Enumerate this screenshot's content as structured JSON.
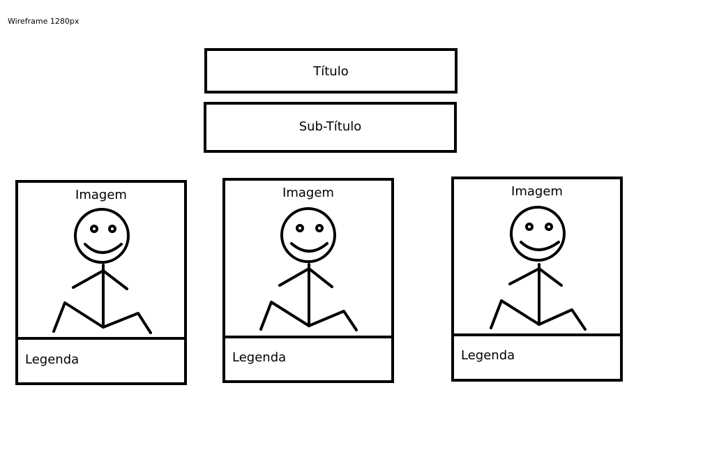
{
  "caption": "Wireframe 1280px",
  "header": {
    "title": "Título",
    "subtitle": "Sub-Título"
  },
  "cards": [
    {
      "image_label": "Imagem",
      "caption": "Legenda",
      "image_icon": "stick-figure-icon"
    },
    {
      "image_label": "Imagem",
      "caption": "Legenda",
      "image_icon": "stick-figure-icon"
    },
    {
      "image_label": "Imagem",
      "caption": "Legenda",
      "image_icon": "stick-figure-icon"
    }
  ]
}
